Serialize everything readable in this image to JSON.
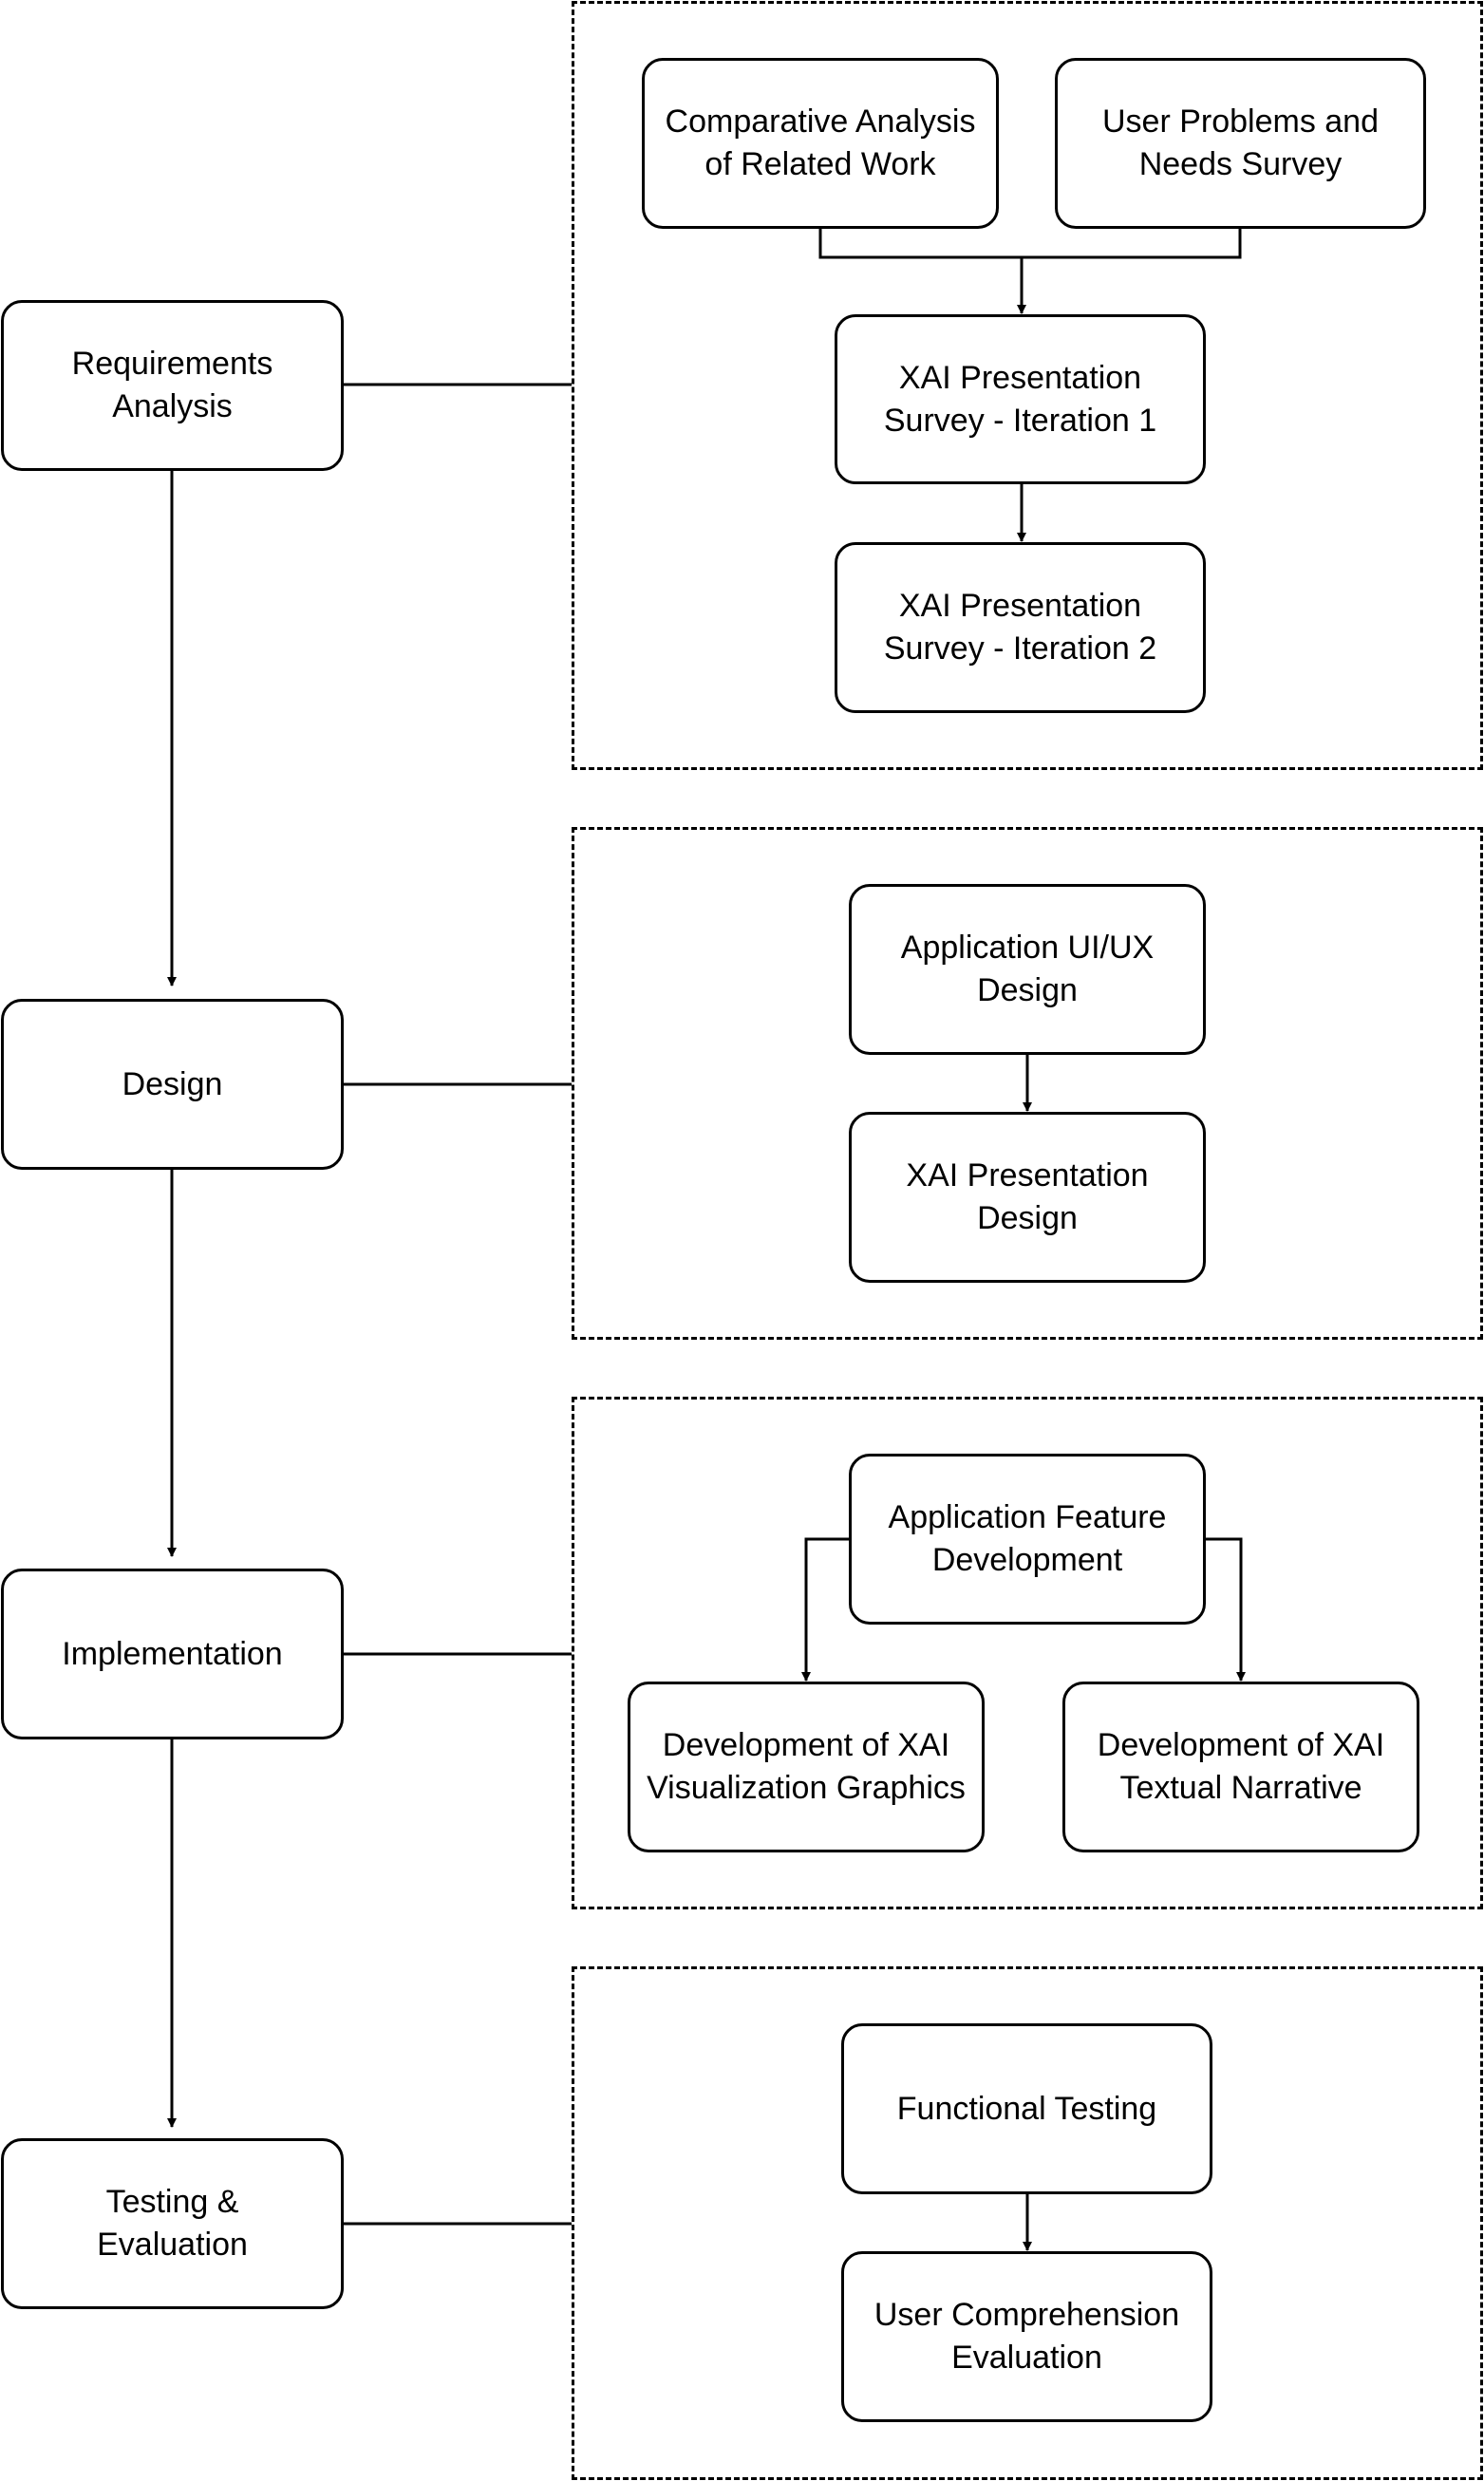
{
  "phases": [
    {
      "id": "requirements",
      "label": "Requirements\nAnalysis"
    },
    {
      "id": "design",
      "label": "Design"
    },
    {
      "id": "implementation",
      "label": "Implementation"
    },
    {
      "id": "testing",
      "label": "Testing &\nEvaluation"
    }
  ],
  "requirements_group": {
    "comparative_analysis": "Comparative Analysis\nof Related Work",
    "user_problems_survey": "User Problems and\nNeeds Survey",
    "xai_survey_iteration_1": "XAI Presentation\nSurvey - Iteration 1",
    "xai_survey_iteration_2": "XAI Presentation\nSurvey - Iteration 2"
  },
  "design_group": {
    "ui_ux_design": "Application UI/UX\nDesign",
    "xai_presentation_design": "XAI Presentation\nDesign"
  },
  "implementation_group": {
    "feature_development": "Application Feature\nDevelopment",
    "xai_visualization_graphics": "Development of XAI\nVisualization Graphics",
    "xai_textual_narrative": "Development of XAI\nTextual Narrative"
  },
  "testing_group": {
    "functional_testing": "Functional Testing",
    "user_comprehension_evaluation": "User Comprehension\nEvaluation"
  },
  "colors": {
    "stroke": "#000000",
    "fill": "#ffffff",
    "text": "#000000"
  }
}
